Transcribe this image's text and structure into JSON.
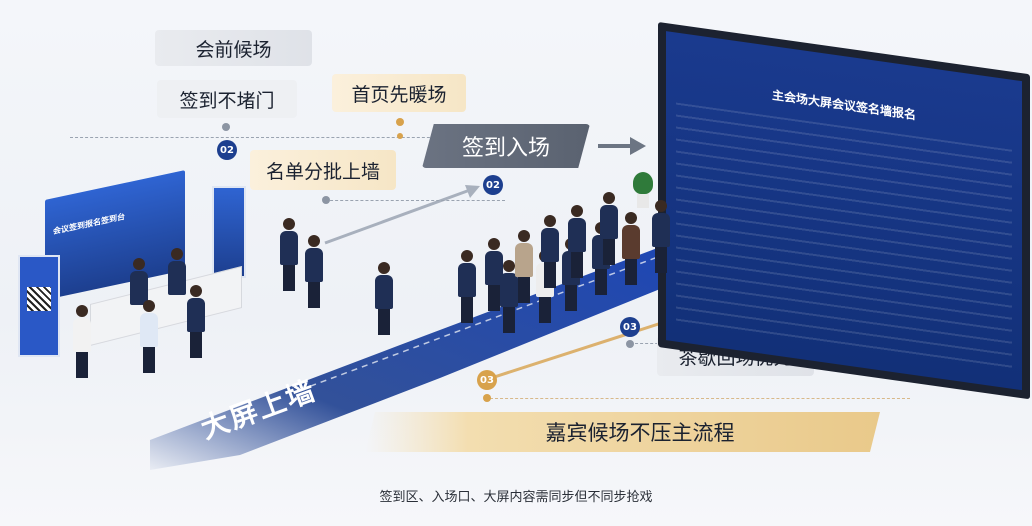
{
  "tags": {
    "pre_meeting_wait": "会前候场",
    "checkin_no_block": "签到不堵门",
    "homepage_warmup": "首页先暖场",
    "checkin_entry": "签到入场",
    "list_batch_wall": "名单分批上墙",
    "tea_break_priority": "茶歇回场优先",
    "guest_wait_no_press": "嘉宾候场不压主流程"
  },
  "badges": {
    "b1": "02",
    "b2": "02",
    "b3": "03",
    "b4": "03"
  },
  "floor_label": "大屏上墙",
  "screen": {
    "title": "主会场大屏会议签名墙报名"
  },
  "booth": {
    "backdrop_title": "会议签到报名签到台"
  },
  "caption": "签到区、入场口、大屏内容需同步但不同步抢戏",
  "colors": {
    "accent_blue": "#1d3f8f",
    "gold": "#d8a24c",
    "screen_blue": "#1a3a8e"
  }
}
